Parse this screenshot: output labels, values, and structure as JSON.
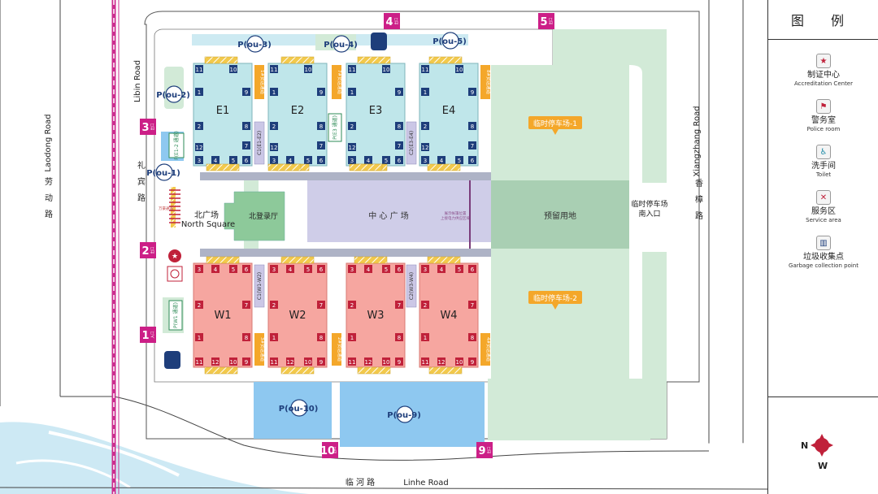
{
  "roads": {
    "laodong_en": "Laodong Road",
    "laodong_zh": "劳动路",
    "libin_en": "Libin Road",
    "libin_zh": "礼宾路",
    "xiangzhang_en": "Xiangzhang Road",
    "xiangzhang_zh": "香樟路",
    "linhe_zh": "临 河 路",
    "linhe_en": "Linhe Road"
  },
  "halls_east": [
    "E1",
    "E2",
    "E3",
    "E4"
  ],
  "halls_west": [
    "W1",
    "W2",
    "W3",
    "W4"
  ],
  "areas": {
    "north_square_zh": "北广场",
    "north_square_en": "North Square",
    "registration_hall": "北登录厅",
    "central_square": "中 心 广 场",
    "reserved_land": "预留用地",
    "parking1": "临时停车场-1",
    "parking2": "临时停车场-2",
    "south_entrance_l1": "临时停车场",
    "south_entrance_l2": "南入口",
    "small_notice_l1": "展示帐篷位置",
    "small_notice_l2": "上接电力供应区域"
  },
  "corridors": [
    "C1(E1-E2)",
    "C2(E3-E4)",
    "C1(W1-W2)",
    "C2(W3-W4)"
  ],
  "freight": {
    "e1e2": "1#货运通道",
    "e2e3": "7#货运通道",
    "e4": "8#货运通道",
    "w1w2": "3#货运通道",
    "w2w3": "2#货运通道",
    "w4": "4#货运通道",
    "ramp": "万豪通道"
  },
  "parking_lots": [
    "P(ou-1)",
    "P(ou-2)",
    "P(ou-3)",
    "P(ou-4)",
    "P(ou-5)",
    "P(ou-9)",
    "P(ou-10)"
  ],
  "green_parking": [
    "P(E1-2 通道)",
    "P(E3 通道)",
    "P(W1 通道)"
  ],
  "gates": [
    {
      "num": "1",
      "label": "入口"
    },
    {
      "num": "2",
      "label": "出口"
    },
    {
      "num": "3",
      "label": "出口"
    },
    {
      "num": "4",
      "label": "出口"
    },
    {
      "num": "5",
      "label": "出口"
    },
    {
      "num": "9",
      "label": "出口"
    },
    {
      "num": "10",
      "label": "出口"
    }
  ],
  "hall_numbers_east": [
    "11",
    "10",
    "9",
    "8",
    "7",
    "6",
    "5",
    "4",
    "3",
    "2",
    "1",
    "12"
  ],
  "hall_numbers_west": [
    "3",
    "4",
    "5",
    "6",
    "2",
    "7",
    "1",
    "8",
    "10",
    "11",
    "9",
    "12"
  ],
  "legend": {
    "title": "图  例",
    "items": [
      {
        "zh": "制证中心",
        "en": "Accreditation Center",
        "icon": "star-icon"
      },
      {
        "zh": "警务室",
        "en": "Police room",
        "icon": "police-icon"
      },
      {
        "zh": "洗手间",
        "en": "Toilet",
        "icon": "toilet-icon"
      },
      {
        "zh": "服务区",
        "en": "Service area",
        "icon": "cutlery-icon"
      },
      {
        "zh": "垃圾收集点",
        "en": "Garbage collection point",
        "icon": "trash-icon"
      }
    ],
    "compass": {
      "n": "N",
      "w": "W"
    }
  },
  "colors": {
    "east_hall": "#bfe6ea",
    "west_hall": "#f6a6a0",
    "gate": "#cc1f87",
    "green": "#d2ead7",
    "central": "#cfcde8",
    "parking_lot": "#8ec8f0",
    "orange": "#f4a72a",
    "road_line": "#cc2e8f"
  }
}
